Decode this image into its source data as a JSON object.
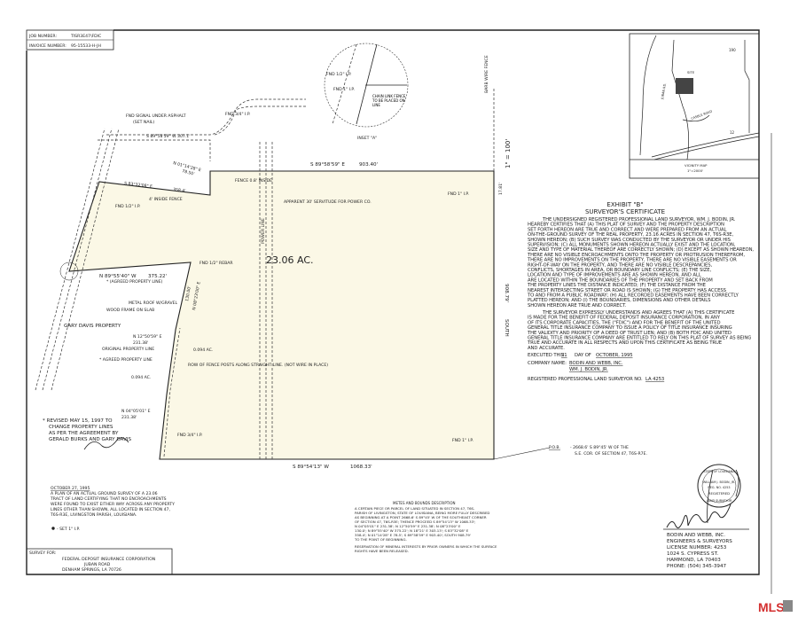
{
  "job_box": {
    "job_label": "JOB NUMBER:",
    "job_value": "TISR3E47\\FDIC",
    "invoice_label": "INVOICE NUMBER:",
    "invoice_value": "95-15533-H-JH"
  },
  "plat": {
    "acreage": "23.06 AC.",
    "scale": "1\" = 100'",
    "labels": {
      "fnd_signal": "FND SIGNAL UNDER ASPHALT",
      "set_nail": "(SET NAIL)",
      "fnd_34": "FND 3/4\" I.P.",
      "bearing_top_small": "S 89°58'59\" W  307.1'",
      "n01": "N 01°14'28\" E",
      "n01_dist": "78.50'",
      "s83": "S 83°32'08\" E",
      "s83_dist": "358.4'",
      "inside_fence": "4' INSIDE FENCE",
      "fnd_12_ip": "FND 1/2\" I.P.",
      "fence_note": "FENCE 0.8' INSIDE",
      "s89_top": "S 89°58'59\" E",
      "s89_top_dist": "903.40'",
      "servitude": "APPARENT 30' SERVITUDE FOR POWER CO.",
      "power_line": "POWER LINE",
      "fnd_1_ip": "FND 1\" I.P.",
      "fnd_12_rebar": "FND 1/2\" REBAR",
      "n89": "N 89°55'40\" W",
      "n89_dist": "375.22'",
      "agreed_line": "* (AGREED PROPERTY LINE)",
      "n08": "N 08°23'00\" E",
      "n08_dist": "130.00'",
      "metal_roof": "METAL ROOF W/GRAVEL",
      "wood_frame": "WOOD FRAME ON SLAB",
      "gary_davis": "GARY DAVIS PROPERTY",
      "n12": "N 12°50'59\" E",
      "n12_dist": "231.38'",
      "original_line": "ORIGINAL PROPERTY LINE",
      "agreed_line2": "* AGREED PROPERTY LINE",
      "ac1": "0.094 AC.",
      "ac2": "0.094 AC.",
      "fence_posts": "ROW OF FENCE POSTS ALONG STRAIGHT LINE. (NOT WIRE IN PLACE)",
      "n04": "N 04°05'01\" E",
      "n04_dist": "231.38'",
      "fnd_34_bottom": "FND 3/4\" I.P.",
      "fnd_1_bottom": "FND 1\" I.P.",
      "s89_bottom": "S 89°54'13\" W",
      "s89_bottom_dist": "1068.33'",
      "south": "SOUTH",
      "south_dist": "908.79'",
      "east_small": "17.81'",
      "barbed_fence": "BARB WIRE FENCE",
      "inset_label": "INSET \"A\"",
      "inset_chain": "CHAIN LINK FENCE TO BE PLACED ON LINE",
      "inset_fnd12": "FND 1/2\" I.P.",
      "inset_fnd1": "FND 1\" I.P.",
      "pob": "P.O.B.",
      "pob_text": "- 2668.6' S 89°45' W OF THE",
      "pob_text2": "S.E. COR. OF SECTION 47, T6S-R7E."
    }
  },
  "revision": [
    "* REVISED MAY 15, 1997 TO",
    "CHANGE PROPERTY LINES",
    "AS PER THE AGREEMENT BY",
    "GERALD BURKS AND GARY DAVIS"
  ],
  "survey_note": {
    "date": "OCTOBER 27, 1995",
    "lines": [
      "A PLAN OF AN ACTUAL GROUND SURVEY OF A 23.06",
      "TRACT OF LAND CERTIFYING THAT NO ENCROACHMENTS",
      "WERE FOUND TO EXIST EITHER WAY ACROSS ANY PROPERTY",
      "LINES OTHER THAN SHOWN, ALL LOCATED IN SECTION 47,",
      "T6S-R3E, LIVINGSTON PARISH, LOUISIANA."
    ],
    "legend": "- SET 1\" I.P."
  },
  "survey_for": {
    "label": "SURVEY FOR:",
    "lines": [
      "FEDERAL DEPOSIT INSURANCE CORPORATION",
      "JUBAN ROAD",
      "DENHAM SPRINGS, LA 70726"
    ]
  },
  "metes": {
    "title": "METES AND BOUNDS DESCRIPTION",
    "lines": [
      "A CERTAIN PIECE OR PARCEL OF LAND SITUATED IN SECTION 47, T6S-",
      "PARISH OF LIVINGSTON, STATE OF LOUISIANA, BEING MORE FULLY DESCRIBED",
      "AS BEGINNING AT A POINT 2668.6' S 89°45' W OF THE SOUTHEAST CORNER",
      "OF SECTION 47, T6S-R3E; THENCE PROCEED S 89°54'13\" W 1068.33';",
      "N 04°05'01\" E 231.38'; N 12°50'59\" E 231.38'; N 08°23'00\" E",
      "130.0'; N 89°55'40\" W 375.22'; N 18°21' E 303.13'; S 83°32'08\" E",
      "358.4'; N 01°14'28\" E 78.5'; S 89°58'59\" E 903.40'; SOUTH 908.79'",
      "TO THE POINT OF BEGINNING."
    ],
    "reservation": [
      "RESERVATION OF MINERAL INTERESTS BY PRIOR OWNERS IN WHICH THE SURFACE",
      "RIGHTS HAVE BEEN RELEASED."
    ]
  },
  "vicinity": {
    "title": "VICINITY MAP",
    "scale": "1\"=2000'",
    "site": "SITE",
    "road1": "CASBLE ROAD",
    "road2": "JUBAN RD.",
    "hwy1": "190",
    "hwy2": "12"
  },
  "certificate": {
    "exhibit": "EXHIBIT \"B\"",
    "title": "SURVEYOR'S CERTIFICATE",
    "para1": [
      "THE UNDERSIGNED REGISTERED PROFESSIONAL LAND SURVEYOR, WM. J. BODIN, JR.",
      "HEAREBY CERTIFIES THAT (A) THIS PLAT OF SURVEY AND THE PROPERTY DESCRIPTION",
      "SET FORTH HEREON ARE TRUE AND CORRECT AND WERE PREPARED FROM AN ACTUAL",
      "ON-THE-GROUND SURVEY OF THE REAL PROPERTY, 23.16 ACRES IN SECTION 47, T6S-R3E,",
      "SHOWN HEREON; (B) SUCH SURVEY WAS CONDUCTED BY THE SURVEYOR OR UNDER HIS",
      "SUPERVISION; (C) ALL MONUMENTS SHOWN HEREON ACTUALLY EXIST AND THE LOCATION,",
      "SIZE AND TYPE OF MATERIAL THEREOF ARE CORRECTLY SHOWN; (D) EXCEPT AS SHOWN HEAREON,",
      "THERE ARE NO VISIBLE ENCROACHMENTS ONTO THE PROPERTY OR PROTRUSION THEREFROM,",
      "THERE ARE NO IMPROVEMENTS ON THE PROPERTY, THERE ARE NO VISIBLE EASEMENTS OR",
      "RIGHT-OF-WAY ON THE PROPERTY, AND THERE ARE NO VISIBLE DESCREPANCIES,",
      "CONFLICTS, SHORTAGES IN AREA, OR BOUNDARY LINE CONFLICTS; (E) THE SIZE,",
      "LOCATION AND TYPE OF IMPROVEMENTS ARE AS SHOWN HEREON, AND ALL",
      "ARE LOCATED WITHIN THE BOUNDARIES OF THE PROPERTY AND SET BACK FROM",
      "THE PROPERTY LINES THE DISTANCE INDICATED; (F) THE DISTANCE FROM THE",
      "NEAREST INTERSECTING STREET OR ROAD IS SHOWN; (G) THE PROPERTY HAS ACCESS",
      "TO AND FROM A PUBLIC ROADWAY; (H) ALL RECORDED EASEMENTS HAVE BEEN CORRECTLY",
      "PLATTED HEREON; AND (I) THE BOUNDARIES, DIMENSIONS AND OTHER DETAILS",
      "SHOWN HEREON ARE TRUE AND CORRECT."
    ],
    "para2": [
      "THE SURVEYOR EXPRESSLY UNDERSTANDS AND AGREES THAT (A) THIS CERTIFICATE",
      "IS MADE FOR THE BENEFIT OF FEDERAL DEPOSIT INSURANCE CORPORATION, IN ANY",
      "OF ITS CORPORATE CAPACITIES, THE (\"FDIC\") AND FOR THE BENEFIT OF THE UNITED",
      "GENERAL TITLE INSURANCE COMPANY TO ISSUE A POLICY OF TITLE INSURANCE INSURING",
      "THE VALIDITY AND PRIORITY OF A DEED OF TRUST LIEN; AND (B) BOTH FDIC AND UNITED",
      "GENERAL TITLE INSURANCE COMPANY ARE ENTITLED TO RELY ON THIS PLAT OF SURVEY AS BEING",
      "TRUE AND ACCURATE IN ALL RESPECTS AND UPON THIS CERTIFICATE AS BEING TRUE",
      "AND ACCURATE."
    ],
    "executed_label": "EXECUTED THIS",
    "executed_day": "21",
    "day_of": "DAY OF",
    "executed_month": "OCTOBER, 1995",
    "company_label": "COMPANY NAME:",
    "company1": "BODIN AND WEBB, INC.",
    "company2": "WM. J. BODIN, JR.",
    "reg_label": "REGISTERED PROFESSIONAL LAND SURVEYOR NO.",
    "reg_no": "LA 4253"
  },
  "stamp": {
    "state": "STATE OF LOUISIANA",
    "name": "WILLIAM J. BODIN, JR.",
    "reg": "REG. NO. 4253",
    "registered": "REGISTERED",
    "profession": "LAND SURVEYOR"
  },
  "firm": {
    "lines": [
      "BODIN AND WEBB, INC.",
      "ENGINEERS & SURVEYORS",
      "LICENSE NUMBER: 4253",
      "1024 S. CYPRESS ST.",
      "HAMMOND, LA 70403",
      "PHONE: (504) 345-3947"
    ]
  },
  "watermark": {
    "text": "MLS"
  },
  "colors": {
    "parcel_fill": "#fbf8e6",
    "ink": "#222222",
    "mls_red": "#d32f2f"
  }
}
